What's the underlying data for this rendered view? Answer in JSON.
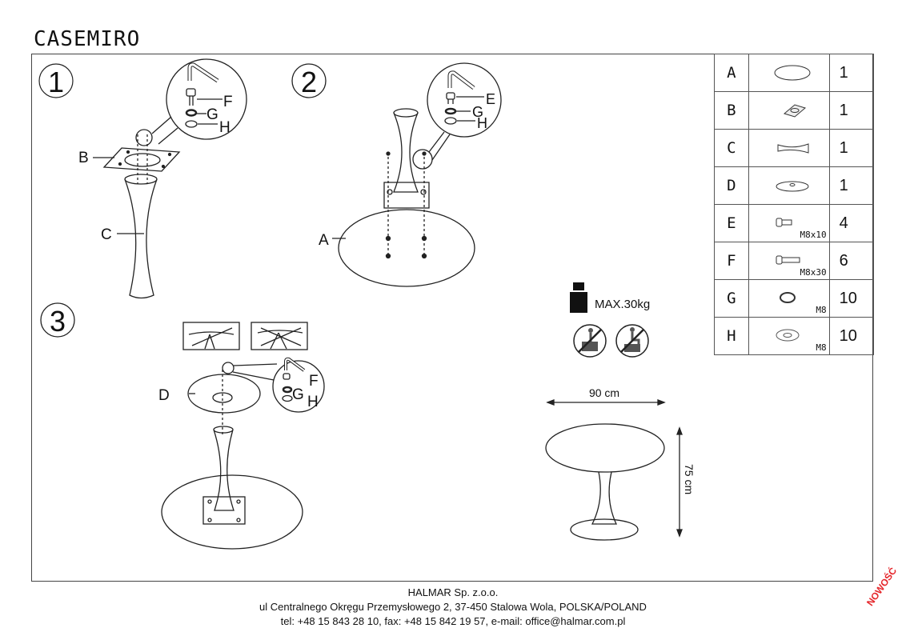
{
  "product_name": "CASEMIRO",
  "steps": [
    "1",
    "2",
    "3"
  ],
  "callouts": {
    "step1": {
      "F": "F",
      "G": "G",
      "H": "H",
      "B": "B",
      "C": "C"
    },
    "step2": {
      "E": "E",
      "G": "G",
      "H": "H",
      "A": "A"
    },
    "step3": {
      "F": "F",
      "G": "G",
      "H": "H",
      "D": "D"
    }
  },
  "parts": [
    {
      "letter": "A",
      "qty": "1",
      "spec": ""
    },
    {
      "letter": "B",
      "qty": "1",
      "spec": ""
    },
    {
      "letter": "C",
      "qty": "1",
      "spec": ""
    },
    {
      "letter": "D",
      "qty": "1",
      "spec": ""
    },
    {
      "letter": "E",
      "qty": "4",
      "spec": "M8x10"
    },
    {
      "letter": "F",
      "qty": "6",
      "spec": "M8x30"
    },
    {
      "letter": "G",
      "qty": "10",
      "spec": "M8"
    },
    {
      "letter": "H",
      "qty": "10",
      "spec": "M8"
    }
  ],
  "max_load": "MAX.30kg",
  "dimensions": {
    "width": "90 cm",
    "height": "75 cm"
  },
  "footer": {
    "company": "HALMAR Sp. z.o.o.",
    "address": "ul Centralnego Okręgu Przemysłowego 2, 37-450 Stalowa Wola, POLSKA/POLAND",
    "contact": "tel: +48 15 843 28 10, fax: +48 15 842 19 57, e-mail: office@halmar.com.pl"
  },
  "badge": "NOWOŚĆ",
  "icons": [
    "hex-key-icon",
    "weight-icon",
    "no-standing-icon",
    "no-sitting-icon"
  ]
}
